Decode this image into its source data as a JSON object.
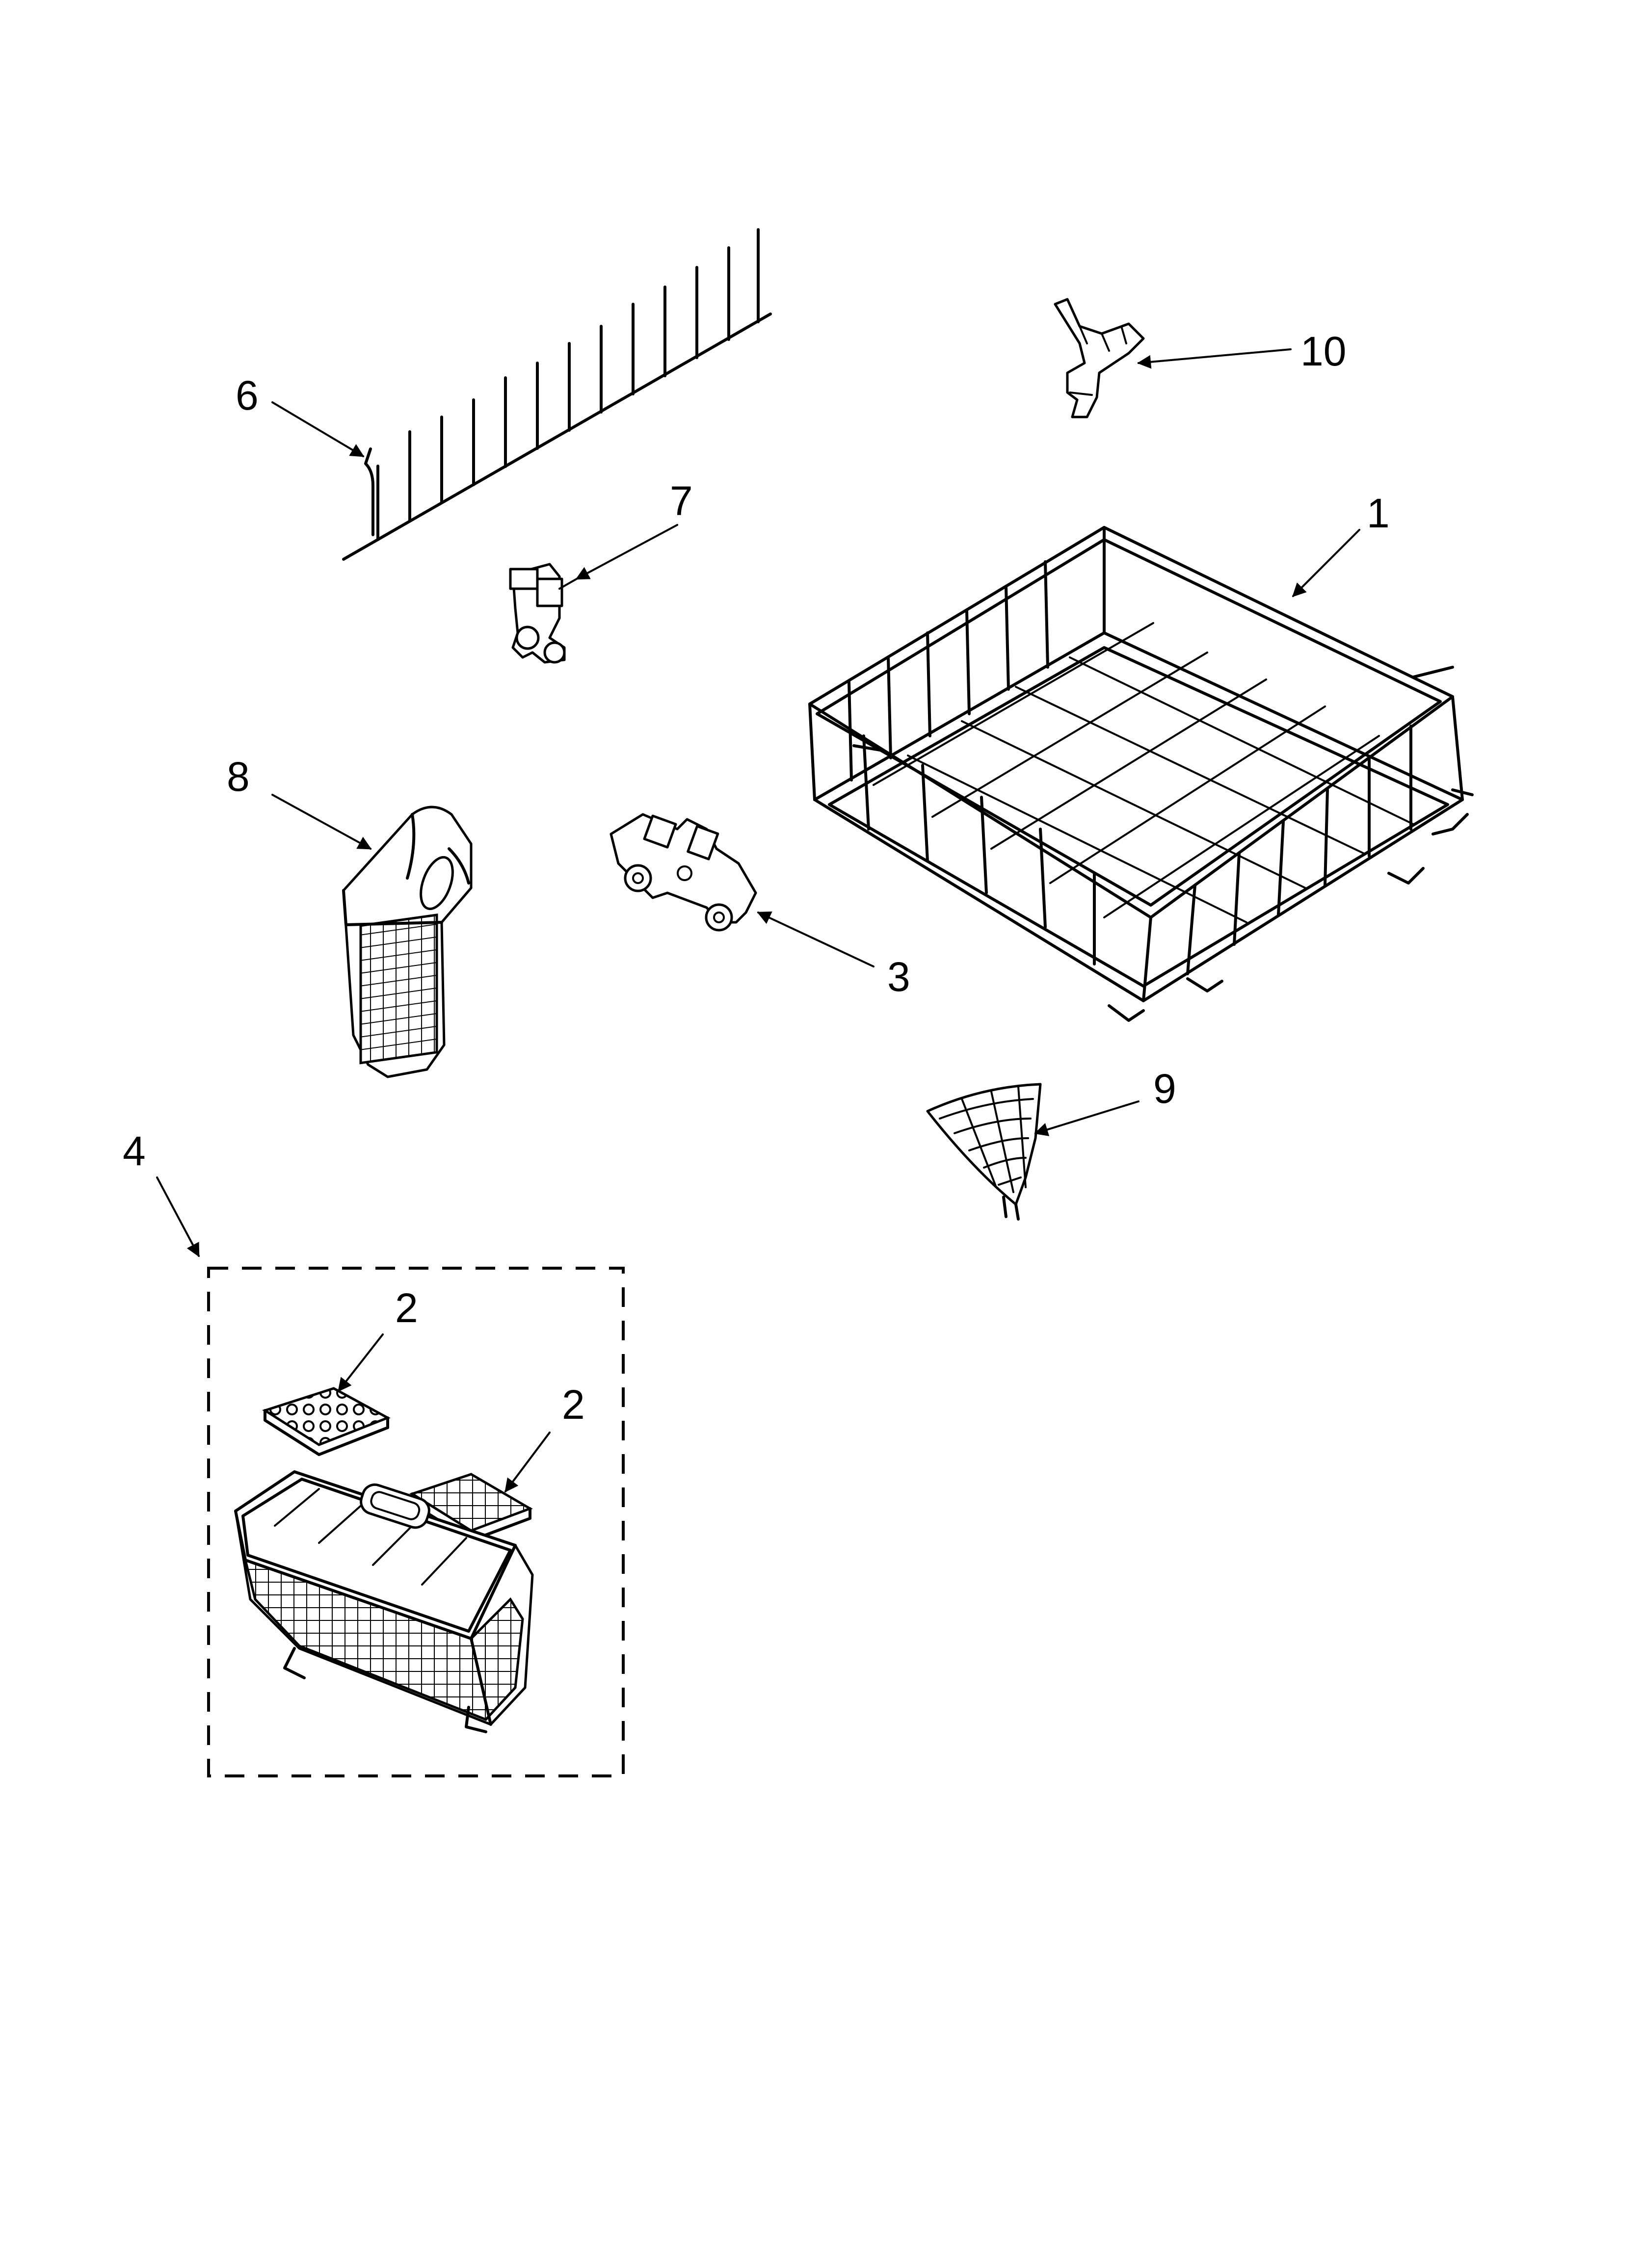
{
  "callouts": {
    "c1": "1",
    "c2a": "2",
    "c2b": "2",
    "c3": "3",
    "c4": "4",
    "c6": "6",
    "c7": "7",
    "c8": "8",
    "c9": "9",
    "c10": "10"
  },
  "colors": {
    "ink": "#000000",
    "paper": "#ffffff"
  }
}
